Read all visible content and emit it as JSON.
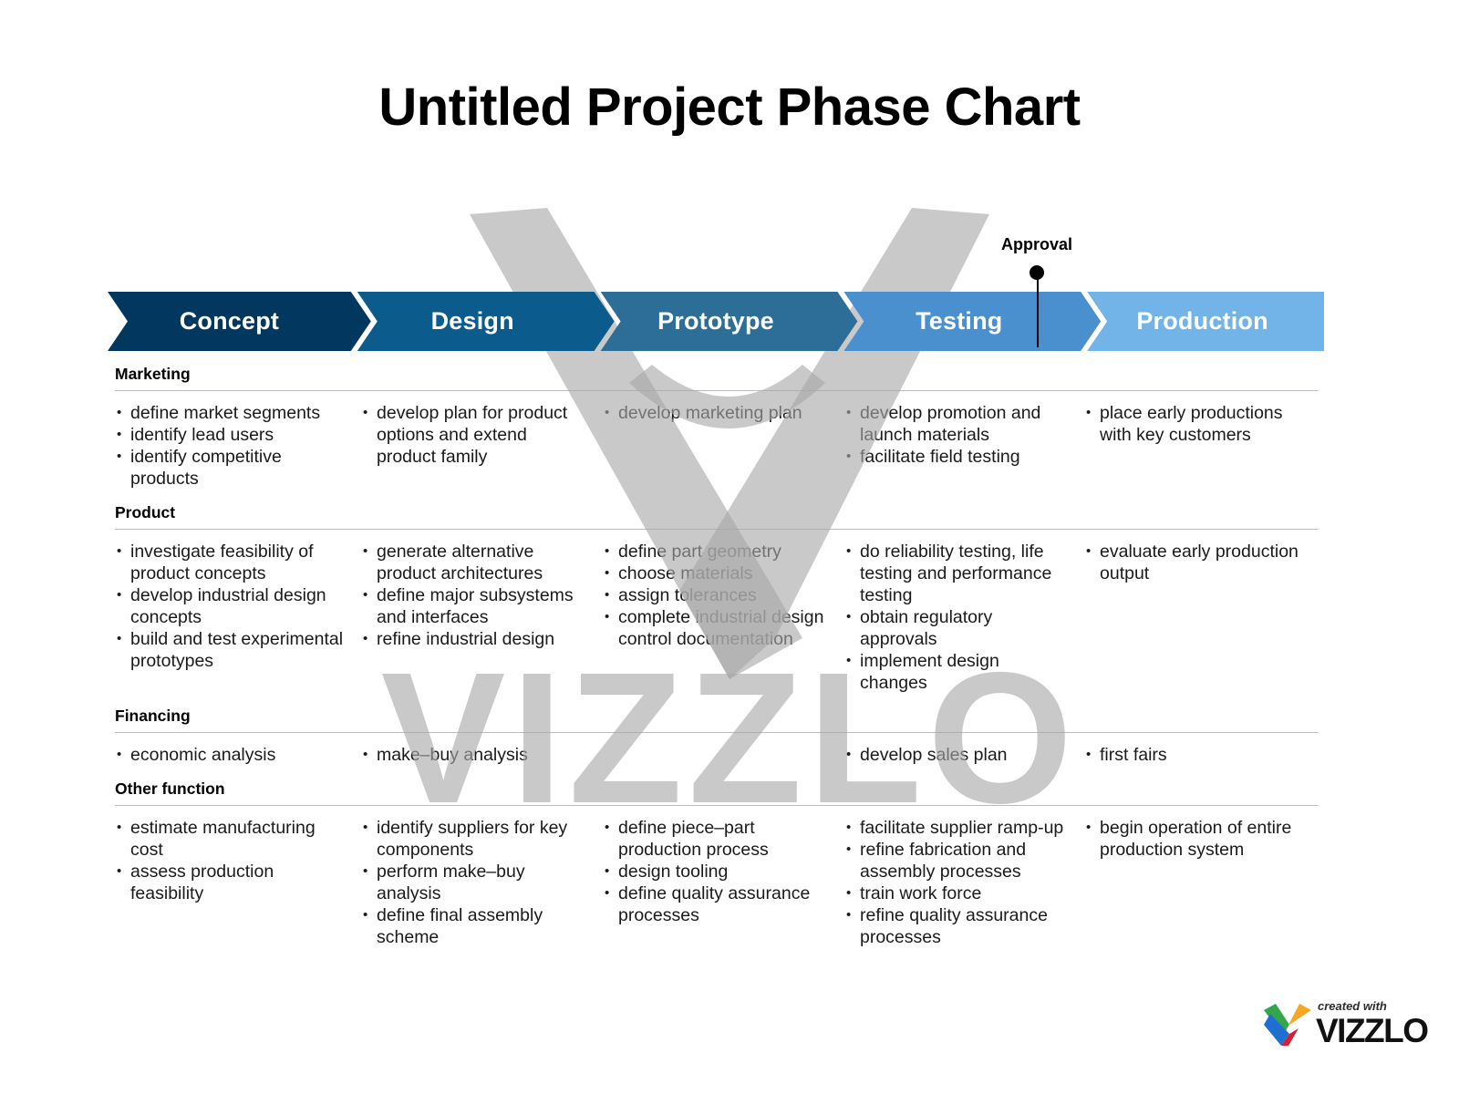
{
  "title": "Untitled Project Phase Chart",
  "colors": {
    "concept": "#023860",
    "design": "#0b5c8c",
    "prototype": "#2d6e99",
    "testing": "#4a90ce",
    "production": "#72b3e8",
    "rule": "#b9bcc0",
    "marker": "#000000",
    "watermark": "#a8a8a8"
  },
  "phases": [
    {
      "label": "Concept",
      "color_key": "concept"
    },
    {
      "label": "Design",
      "color_key": "design"
    },
    {
      "label": "Prototype",
      "color_key": "prototype"
    },
    {
      "label": "Testing",
      "color_key": "testing"
    },
    {
      "label": "Production",
      "color_key": "production"
    }
  ],
  "marker": {
    "label": "Approval"
  },
  "groups": [
    {
      "name": "Marketing",
      "columns": [
        [
          "define market segments",
          "identify lead users",
          "identify competitive products"
        ],
        [
          "develop plan for product options and extend product family"
        ],
        [
          "develop marketing plan"
        ],
        [
          "develop promotion and launch materials",
          "facilitate field testing"
        ],
        [
          "place early productions with key customers"
        ]
      ]
    },
    {
      "name": "Product",
      "columns": [
        [
          "investigate feasibility of product concepts",
          "develop industrial design concepts",
          "build and test experimental prototypes"
        ],
        [
          "generate alternative product architectures",
          "define major subsystems and interfaces",
          "refine industrial design"
        ],
        [
          "define part geometry",
          "choose materials",
          "assign tolerances",
          "complete industrial design control documentation"
        ],
        [
          "do reliability testing, life testing and performance testing",
          "obtain regulatory approvals",
          "implement design changes"
        ],
        [
          "evaluate early production output"
        ]
      ]
    },
    {
      "name": "Financing",
      "columns": [
        [
          "economic analysis"
        ],
        [
          "make–buy analysis"
        ],
        [],
        [
          "develop sales plan"
        ],
        [
          "first fairs"
        ]
      ]
    },
    {
      "name": "Other function",
      "columns": [
        [
          "estimate manufacturing cost",
          "assess production feasibility"
        ],
        [
          "identify suppliers for key components",
          "perform make–buy analysis",
          "define final assembly scheme"
        ],
        [
          "define piece–part production process",
          "design tooling",
          "define quality assurance processes"
        ],
        [
          "facilitate supplier ramp-up",
          "refine fabrication and assembly processes",
          "train work force",
          "refine quality assurance processes"
        ],
        [
          "begin operation of entire production system"
        ]
      ]
    }
  ],
  "logo": {
    "created_with": "created with",
    "brand": "VIZZLO"
  }
}
